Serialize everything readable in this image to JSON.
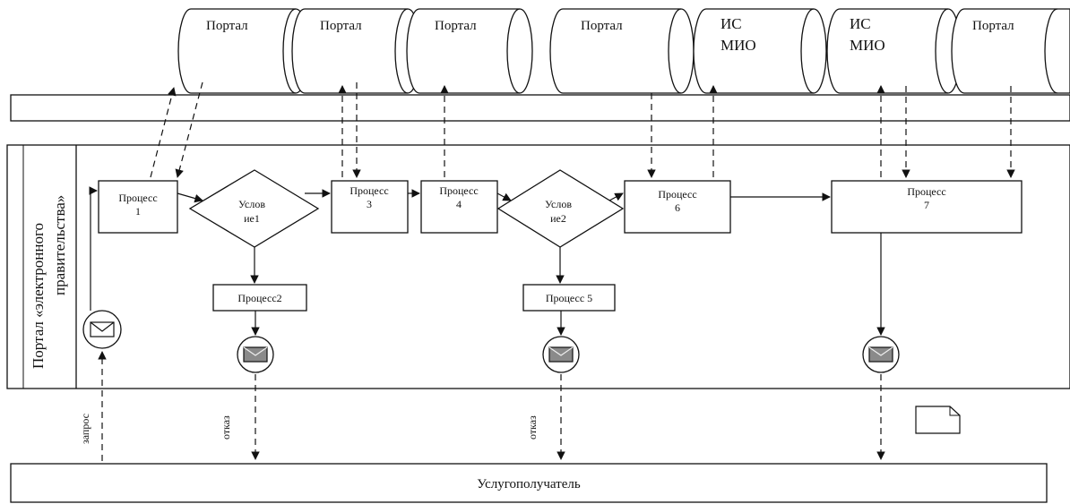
{
  "databases": [
    {
      "line1": "Портал",
      "line2": ""
    },
    {
      "line1": "Портал",
      "line2": ""
    },
    {
      "line1": "Портал",
      "line2": ""
    },
    {
      "line1": "Портал",
      "line2": ""
    },
    {
      "line1": "ИС",
      "line2": "МИО"
    },
    {
      "line1": "ИС",
      "line2": "МИО"
    },
    {
      "line1": "Портал",
      "line2": ""
    }
  ],
  "lane": {
    "label_line1": "Портал «электронного",
    "label_line2": "правительства»"
  },
  "processes": {
    "p1": {
      "line1": "Процесс",
      "line2": "1"
    },
    "p3": {
      "line1": "Процесс",
      "line2": "3"
    },
    "p4": {
      "line1": "Процесс",
      "line2": "4"
    },
    "p6": {
      "line1": "Процесс",
      "line2": "6"
    },
    "p7": {
      "line1": "Процесс",
      "line2": "7"
    },
    "p2": {
      "line1": "Процесс2"
    },
    "p5": {
      "line1": "Процесс  5"
    }
  },
  "conditions": {
    "c1": {
      "line1": "Услов",
      "line2": "ие1"
    },
    "c2": {
      "line1": "Услов",
      "line2": "ие2"
    }
  },
  "flow_labels": {
    "request": "запрос",
    "refusal1": "отказ",
    "refusal2": "отказ"
  },
  "recipient": "Услугополучатель"
}
